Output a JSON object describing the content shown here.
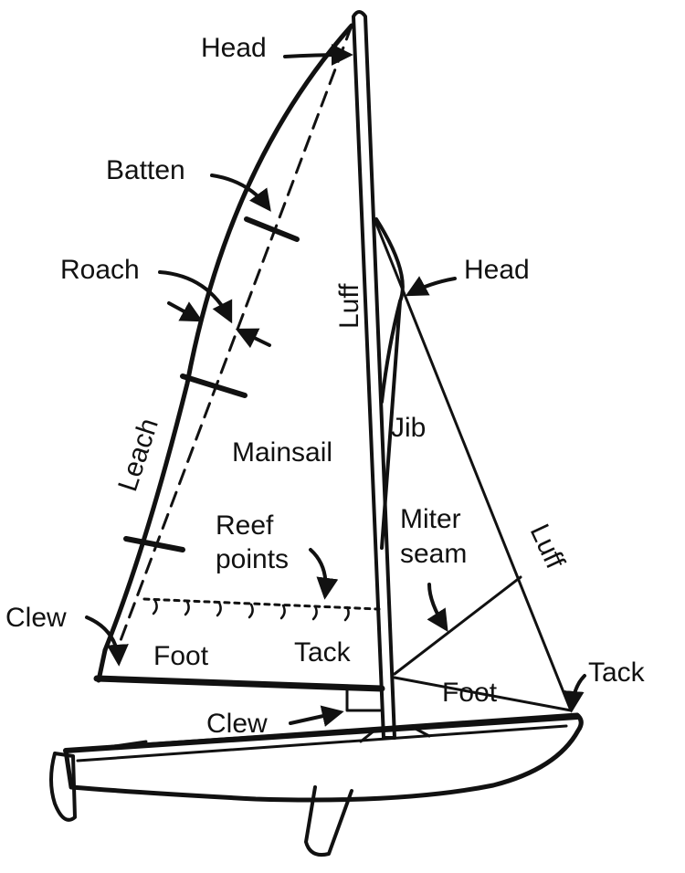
{
  "labels": {
    "main_head": "Head",
    "batten": "Batten",
    "roach": "Roach",
    "leach": "Leach",
    "main_luff": "Luff",
    "mainsail": "Mainsail",
    "reef_points_line1": "Reef",
    "reef_points_line2": "points",
    "main_clew": "Clew",
    "main_foot": "Foot",
    "main_tack": "Tack",
    "jib_head": "Head",
    "jib": "Jib",
    "miter_seam_line1": "Miter",
    "miter_seam_line2": "seam",
    "jib_luff": "Luff",
    "jib_foot": "Foot",
    "jib_tack": "Tack",
    "jib_clew": "Clew"
  },
  "colors": {
    "ink": "#111111",
    "paper": "#ffffff"
  }
}
